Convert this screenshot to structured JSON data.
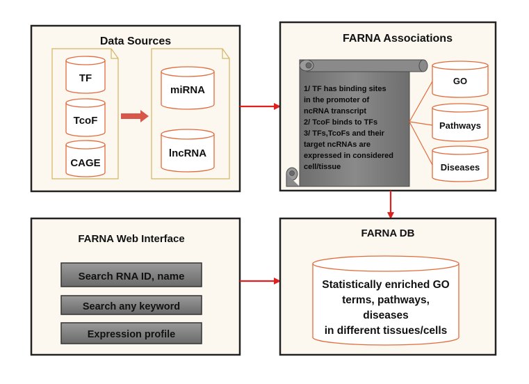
{
  "data_sources": {
    "title": "Data Sources",
    "left_items": [
      "TF",
      "TcoF",
      "CAGE"
    ],
    "right_items": [
      "miRNA",
      "lncRNA"
    ]
  },
  "associations": {
    "title": "FARNA Associations",
    "scroll_lines": [
      "1/  TF has binding sites",
      "in the promoter of",
      "ncRNA transcript",
      "2/ TcoF binds to TFs",
      "3/ TFs,TcoFs and their",
      "target ncRNAs are",
      "expressed in considered",
      "cell/tissue"
    ],
    "targets": [
      "GO",
      "Pathways",
      "Diseases"
    ]
  },
  "web_interface": {
    "title": "FARNA Web Interface",
    "buttons": [
      "Search RNA ID, name",
      "Search any keyword",
      "Expression profile"
    ]
  },
  "db": {
    "title": "FARNA DB",
    "lines": [
      "Statistically enriched GO",
      "terms, pathways,",
      "diseases",
      "in different tissues/cells"
    ]
  },
  "colors": {
    "panel_bg": "#fcf8f0",
    "panel_border": "#222222",
    "cylinder_stroke": "#e26a3a",
    "arrow_red": "#e0201e",
    "scroll_fill": "#7a7a7a",
    "button_fill": "#7a7a7a"
  }
}
